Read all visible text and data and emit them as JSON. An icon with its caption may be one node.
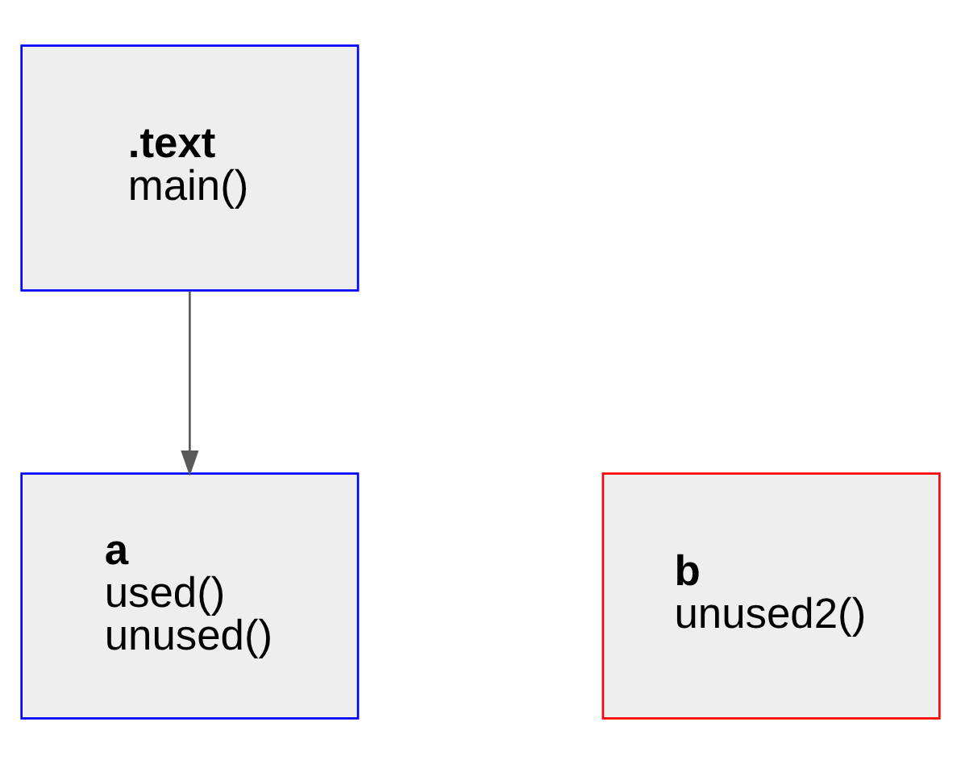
{
  "diagram": {
    "nodes": [
      {
        "text": [
          ".text",
          "main()"
        ]
      },
      {
        "text": [
          "a",
          "used()",
          "unused()"
        ]
      },
      {
        "text": [
          "b",
          "unused2()"
        ]
      }
    ],
    "edges": [
      {
        "from": 0,
        "to": 1,
        "arrow": "to",
        "color": "#595959"
      }
    ]
  }
}
